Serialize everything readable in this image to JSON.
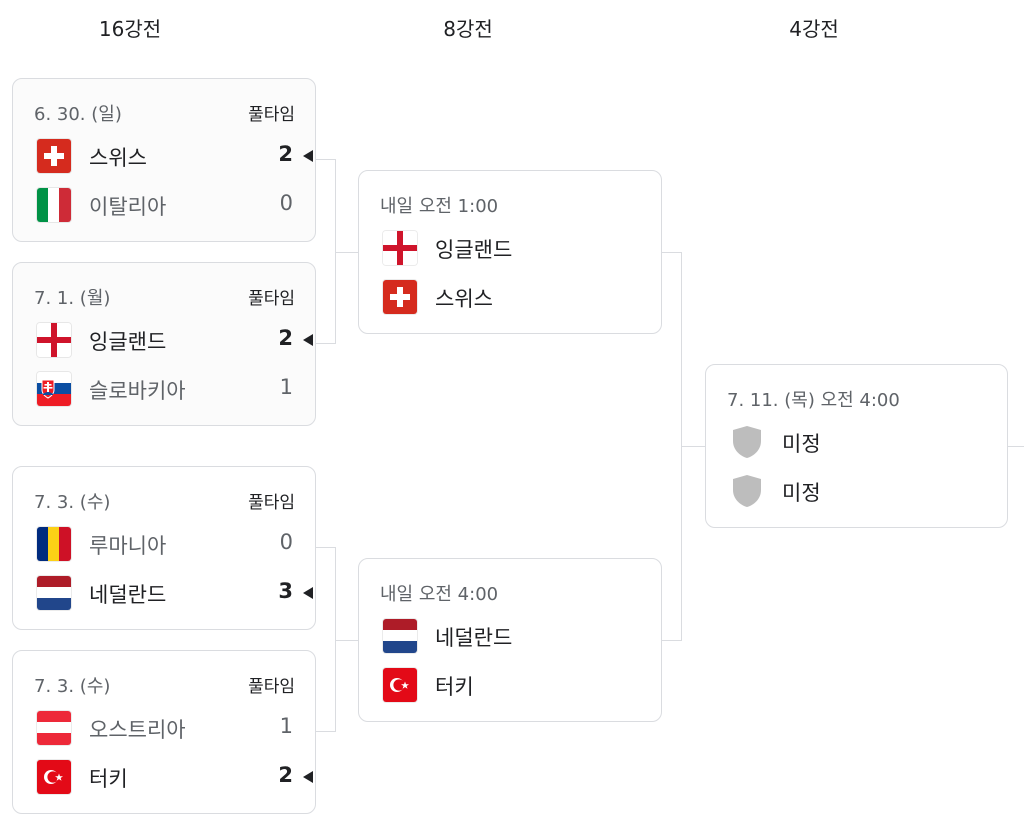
{
  "rounds": {
    "r16": "16강전",
    "qf": "8강전",
    "sf": "4강전"
  },
  "r16_matches": [
    {
      "date": "6. 30. (일)",
      "status": "풀타임",
      "home": {
        "name": "스위스",
        "score": "2",
        "flag": "switzerland-flag-icon",
        "winner": true
      },
      "away": {
        "name": "이탈리아",
        "score": "0",
        "flag": "italy-flag-icon",
        "winner": false
      }
    },
    {
      "date": "7. 1. (월)",
      "status": "풀타임",
      "home": {
        "name": "잉글랜드",
        "score": "2",
        "flag": "england-flag-icon",
        "winner": true
      },
      "away": {
        "name": "슬로바키아",
        "score": "1",
        "flag": "slovakia-flag-icon",
        "winner": false
      }
    },
    {
      "date": "7. 3. (수)",
      "status": "풀타임",
      "home": {
        "name": "루마니아",
        "score": "0",
        "flag": "romania-flag-icon",
        "winner": false
      },
      "away": {
        "name": "네덜란드",
        "score": "3",
        "flag": "netherlands-flag-icon",
        "winner": true
      }
    },
    {
      "date": "7. 3. (수)",
      "status": "풀타임",
      "home": {
        "name": "오스트리아",
        "score": "1",
        "flag": "austria-flag-icon",
        "winner": false
      },
      "away": {
        "name": "터키",
        "score": "2",
        "flag": "turkey-flag-icon",
        "winner": true
      }
    }
  ],
  "qf_matches": [
    {
      "date": "내일 오전 1:00",
      "home": {
        "name": "잉글랜드",
        "flag": "england-flag-icon"
      },
      "away": {
        "name": "스위스",
        "flag": "switzerland-flag-icon"
      }
    },
    {
      "date": "내일 오전 4:00",
      "home": {
        "name": "네덜란드",
        "flag": "netherlands-flag-icon"
      },
      "away": {
        "name": "터키",
        "flag": "turkey-flag-icon"
      }
    }
  ],
  "sf_match": {
    "date": "7. 11. (목) 오전 4:00",
    "home": {
      "name": "미정",
      "icon": "shield-placeholder-icon"
    },
    "away": {
      "name": "미정",
      "icon": "shield-placeholder-icon"
    }
  },
  "colors": {
    "border": "#dadce0",
    "text": "#202124",
    "muted": "#5f6368",
    "shield": "#bdbdbd"
  }
}
